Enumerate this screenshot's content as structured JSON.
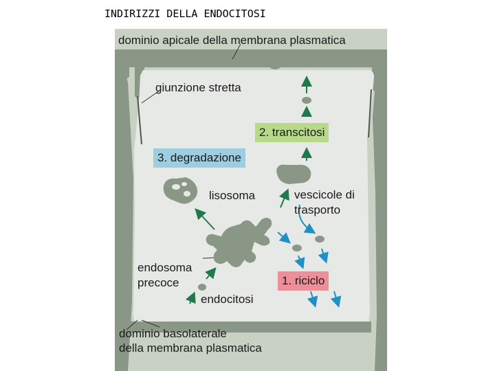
{
  "title": "INDIRIZZI DELLA ENDOCITOSI",
  "labels": {
    "apical": "dominio apicale della membrana plasmatica",
    "tight_junction": "giunzione stretta",
    "transcytosis": "2. transcitosi",
    "degradation": "3. degradazione",
    "lysosome": "lisosoma",
    "transport_vesicles_1": "vescicole di",
    "transport_vesicles_2": "trasporto",
    "early_endosome_1": "endosoma",
    "early_endosome_2": "precoce",
    "recycling": "1. riciclo",
    "endocytosis": "endocitosi",
    "basolateral_1": "dominio basolaterale",
    "basolateral_2": "della membrana plasmatica"
  },
  "colors": {
    "background": "#c9d1c5",
    "cell_interior": "#e7e9e6",
    "membrane": "#8a9686",
    "transcytosis_box": "#b9d98a",
    "degradation_box": "#9ccde0",
    "recycling_box": "#ec8f98",
    "green_arrow": "#1e7a4c",
    "blue_arrow": "#1f8fc4"
  }
}
